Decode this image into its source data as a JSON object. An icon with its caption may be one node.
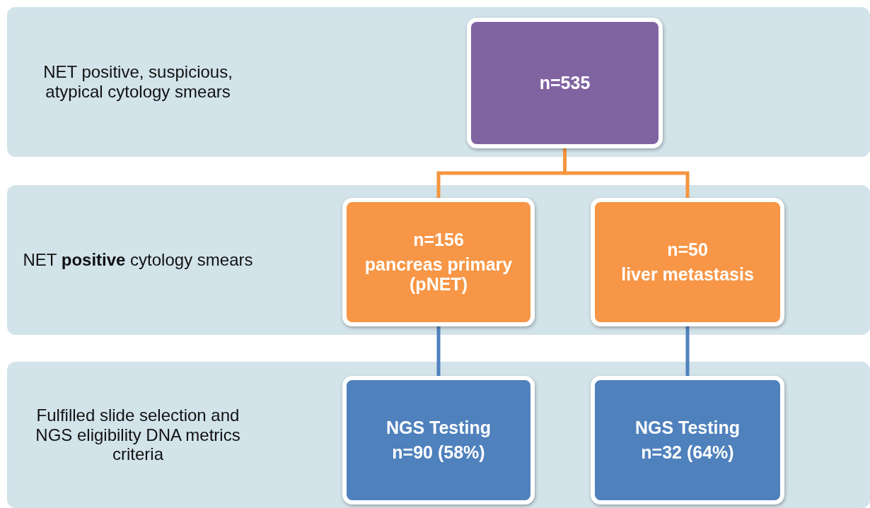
{
  "diagram": {
    "nodes": [
      {
        "text": [
          "NET positive, suspicious, atypical cytology smears"
        ]
      },
      {
        "text": [
          "n=535"
        ],
        "in": 0
      },
      {
        "text": [
          "NET **positive** cytology smears"
        ]
      },
      {
        "text": [
          "n=156",
          "pancreas primary (pNET)"
        ],
        "in": 2
      },
      {
        "text": [
          "n=50",
          "liver metastasis"
        ],
        "in": 2
      },
      {
        "text": [
          "Fulfilled slide selection and NGS eligibility DNA metrics criteria"
        ]
      },
      {
        "text": [
          "NGS Testing",
          "n=90 (58%)"
        ],
        "in": 5
      },
      {
        "text": [
          "NGS Testing",
          "n=32 (64%)"
        ],
        "in": 5
      }
    ],
    "edges": [
      {
        "from": 1,
        "to": 3,
        "arrow": "none",
        "color": "#f5963f"
      },
      {
        "from": 1,
        "to": 4,
        "arrow": "none",
        "color": "#f5963f"
      },
      {
        "from": 3,
        "to": 6,
        "arrow": "none",
        "color": "#4f81bd"
      },
      {
        "from": 4,
        "to": 7,
        "arrow": "none",
        "color": "#4f81bd"
      }
    ]
  }
}
